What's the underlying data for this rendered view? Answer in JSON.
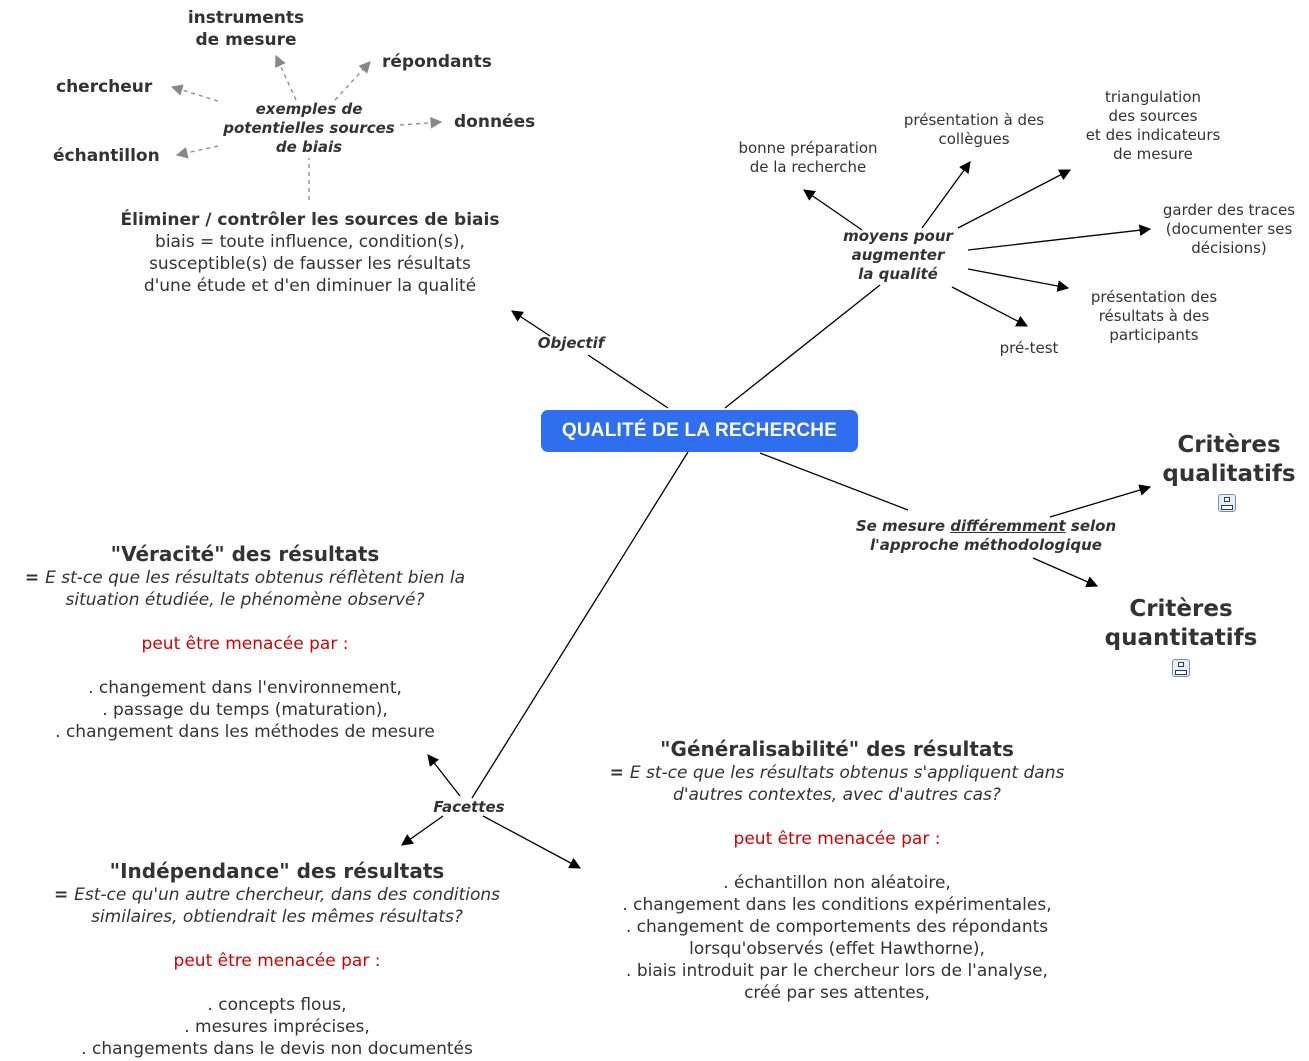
{
  "central": "QUALITÉ DE LA RECHERCHE",
  "objectif": {
    "link_label": "Objectif",
    "title": "Éliminer / contrôler les sources de biais",
    "lines": [
      "biais = toute influence, condition(s),",
      "susceptible(s) de fausser les résultats",
      "d'une étude et d'en diminuer la qualité"
    ],
    "examples": {
      "label_lines": [
        "exemples de",
        "potentielles sources",
        "de biais"
      ],
      "items": [
        "instruments",
        "de mesure",
        "répondants",
        "chercheur",
        "données",
        "échantillon"
      ]
    }
  },
  "moyens": {
    "label_lines": [
      "moyens pour",
      "augmenter",
      "la qualité"
    ],
    "items": {
      "bonne_prep": [
        "bonne préparation",
        "de la recherche"
      ],
      "presentation_collegues": [
        "présentation à des",
        "collègues"
      ],
      "triangulation": [
        "triangulation",
        "des sources",
        "et des indicateurs",
        "de mesure"
      ],
      "traces": [
        "garder des traces",
        "(documenter ses",
        "décisions)"
      ],
      "presentation_participants": [
        "présentation des",
        "résultats à des",
        "participants"
      ],
      "pretest": "pré-test"
    }
  },
  "mesure": {
    "label_line1_a": "Se mesure",
    "label_line1_b": "différemment",
    "label_line1_c": "selon",
    "label_line2": "l'approche méthodologique",
    "qualitatifs": [
      "Critères",
      "qualitatifs"
    ],
    "quantitatifs": [
      "Critères",
      "quantitatifs"
    ],
    "icon": "subtree-map-icon"
  },
  "facettes": {
    "link_label": "Facettes",
    "veracite": {
      "title": "\"Véracité\" des résultats",
      "question_prefix": "= ",
      "question_line1": "E st-ce que les résultats obtenus réflètent bien la",
      "question_line2": "situation étudiée, le phénomène observé?",
      "threat": "peut être menacée par :",
      "items": [
        ". changement dans l'environnement,",
        ". passage du temps (maturation),",
        ". changement dans les méthodes de mesure"
      ]
    },
    "independance": {
      "title": "\"Indépendance\" des résultats",
      "question_prefix": "= ",
      "question_line1": "Est-ce qu'un autre chercheur, dans des conditions",
      "question_line2": "similaires, obtiendrait les mêmes résultats?",
      "threat": "peut être menacée par :",
      "items": [
        ". concepts flous,",
        ". mesures imprécises,",
        ". changements dans le devis non documentés"
      ]
    },
    "generalisabilite": {
      "title": "\"Généralisabilité\" des résultats",
      "question_prefix": "= ",
      "question_line1": "E st-ce que les résultats obtenus s'appliquent dans",
      "question_line2": "d'autres contextes, avec d'autres cas?",
      "threat": "peut être menacée par :",
      "items": [
        ". échantillon non aléatoire,",
        ". changement dans les conditions expérimentales,",
        ". changement de comportements des répondants",
        "lorsqu'observés (effet Hawthorne),",
        ". biais introduit par le chercheur lors de l'analyse,",
        "créé par ses attentes,"
      ]
    }
  },
  "colors": {
    "central_bg": "#2f6fef",
    "text": "#333333",
    "threat": "#d40000",
    "dashed": "#888888"
  }
}
